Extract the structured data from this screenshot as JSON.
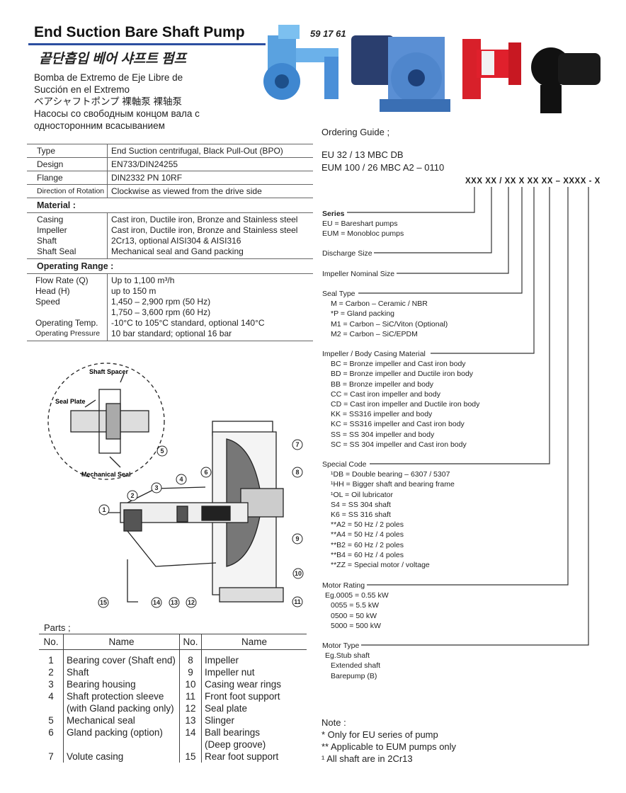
{
  "header": {
    "title": "End Suction Bare Shaft Pump",
    "code": "59 17 61",
    "korean": "끝단흡입 베어 샤프트 펌프",
    "multilang": [
      "Bomba de Extremo de Eje Libre de",
      "Succión en el Extremo",
      "ベアシャフトポンプ    裸軸泵    裸轴泵",
      "Насосы со свободным концом вала с",
      "односторонним всасыванием"
    ]
  },
  "spec": {
    "rows": [
      {
        "k": "Type",
        "v": "End Suction centrifugal, Black Pull-Out (BPO)"
      },
      {
        "k": "Design",
        "v": "EN733/DIN24255"
      },
      {
        "k": "Flange",
        "v": "DIN2332 PN 10RF"
      },
      {
        "k": "Direction of Rotation",
        "v": "Clockwise as viewed from the drive side"
      }
    ],
    "material_title": "Material :",
    "material": [
      {
        "k": "Casing",
        "v": "Cast iron, Ductile iron, Bronze and Stainless steel"
      },
      {
        "k": "Impeller",
        "v": "Cast iron, Ductile iron, Bronze and Stainless steel"
      },
      {
        "k": "Shaft",
        "v": "2Cr13, optional AISI304 & AISI316"
      },
      {
        "k": "Shaft Seal",
        "v": "Mechanical seal and Gand packing"
      }
    ],
    "operating_title": "Operating Range :",
    "operating": [
      {
        "k": "Flow Rate (Q)",
        "v": "Up to 1,100 m³/h"
      },
      {
        "k": "Head (H)",
        "v": "up to 150 m"
      },
      {
        "k": "Speed",
        "v": "1,450 – 2,900 rpm (50 Hz)"
      },
      {
        "k": "",
        "v": "1,750 – 3,600 rpm (60 Hz)"
      },
      {
        "k": "Operating Temp.",
        "v": "-10°C to 105°C standard, optional 140°C"
      },
      {
        "k": "Operating Pressure",
        "v": "10 bar standard; optional 16 bar"
      }
    ]
  },
  "ordering": {
    "title": "Ordering Guide ;",
    "examples": [
      "EU 32 / 13 MBC DB",
      "EUM 100 / 26 MBC A2 – 0110"
    ],
    "format": "XXX  XX / XX  X  XX  XX – XXXX - X",
    "series_title": "Series",
    "series": [
      "EU   = Bareshart pumps",
      "EUM = Monobloc pumps"
    ],
    "discharge": "Discharge Size",
    "impeller_size": "Impeller Nominal Size",
    "seal_title": "Seal Type",
    "seal": [
      "M = Carbon – Ceramic / NBR",
      "*P = Gland packing",
      "M1 = Carbon – SiC/Viton (Optional)",
      "M2 = Carbon – SiC/EPDM"
    ],
    "material_title": "Impeller / Body Casing Material",
    "material": [
      "BC = Bronze impeller and Cast iron body",
      "BD = Bronze impeller and Ductile iron body",
      "BB = Bronze impeller and body",
      "CC = Cast iron impeller and body",
      "CD = Cast iron impeller and Ductile iron body",
      "KK = SS316 impeller and body",
      "KC = SS316 impeller and Cast iron body",
      "SS = SS 304 impeller and body",
      "SC = SS 304 impeller and Cast iron body"
    ],
    "special_title": "Special Code",
    "special": [
      "¹DB = Double bearing – 6307 / 5307",
      "¹HH = Bigger shaft and bearing frame",
      "¹OL = Oil lubricator",
      "S4 = SS 304 shaft",
      "K6 = SS 316 shaft",
      "**A2 = 50 Hz / 2 poles",
      "**A4 = 50 Hz / 4 poles",
      "**B2 = 60 Hz / 2 poles",
      "**B4 = 60 Hz / 4 poles",
      "**ZZ = Special motor / voltage"
    ],
    "motor_title": "Motor Rating",
    "motor": [
      "Eg.0005 = 0.55 kW",
      "0055 = 5.5 kW",
      "0500 = 50 kW",
      "5000 = 500 kW"
    ],
    "mtype_title": "Motor Type",
    "mtype": [
      "Eg.Stub shaft",
      "Extended shaft",
      "Barepump (B)"
    ]
  },
  "diagram": {
    "labels": {
      "spacer": "Shaft Spacer",
      "seal_plate": "Seal Plate",
      "mech_seal": "Mechanical Seal"
    },
    "callouts": [
      "1",
      "2",
      "3",
      "4",
      "5",
      "6",
      "7",
      "8",
      "9",
      "10",
      "11",
      "12",
      "13",
      "14",
      "15"
    ]
  },
  "parts": {
    "title": "Parts ;",
    "headers": [
      "No.",
      "Name",
      "No.",
      "Name"
    ],
    "left": [
      [
        "1",
        "Bearing cover (Shaft end)"
      ],
      [
        "2",
        "Shaft"
      ],
      [
        "3",
        "Bearing housing"
      ],
      [
        "4",
        "Shaft protection sleeve"
      ],
      [
        "",
        "(with Gland packing only)"
      ],
      [
        "5",
        "Mechanical seal"
      ],
      [
        "6",
        "Gland packing (option)"
      ],
      [
        "",
        ""
      ],
      [
        "7",
        "Volute casing"
      ]
    ],
    "right": [
      [
        "8",
        "Impeller"
      ],
      [
        "9",
        "Impeller nut"
      ],
      [
        "10",
        "Casing wear rings"
      ],
      [
        "11",
        "Front foot support"
      ],
      [
        "12",
        "Seal plate"
      ],
      [
        "13",
        "Slinger"
      ],
      [
        "14",
        "Ball bearings"
      ],
      [
        "",
        "(Deep groove)"
      ],
      [
        "15",
        "Rear foot support"
      ]
    ]
  },
  "note": {
    "title": "Note :",
    "lines": [
      "*  Only for EU series of pump",
      "** Applicable to EUM pumps only",
      "¹  All shaft are in 2Cr13"
    ]
  },
  "colors": {
    "accent": "#2c4fa0",
    "pump_blue": "#4a8fd8",
    "pump_red": "#d8202a"
  }
}
